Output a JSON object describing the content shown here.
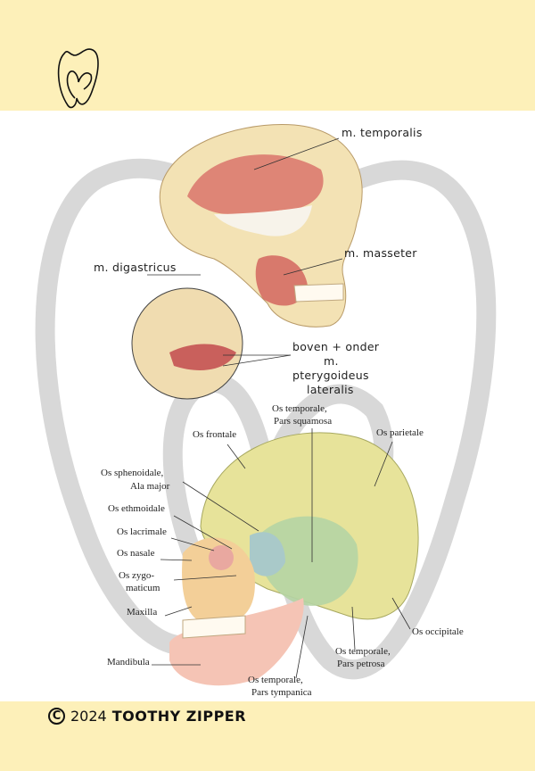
{
  "footer": {
    "year": "2024",
    "brand": "TOOTHY ZIPPER"
  },
  "muscle_labels": {
    "temporalis": "m. temporalis",
    "masseter": "m. masseter",
    "digastricus": "m. digastricus",
    "pterygoideus": [
      "boven + onder",
      "m.",
      "pterygoideus",
      "lateralis"
    ]
  },
  "bone_labels": {
    "temporale_squamosa": [
      "Os temporale,",
      "Pars squamosa"
    ],
    "frontale": "Os frontale",
    "parietale": "Os parietale",
    "sphenoidale": [
      "Os sphenoidale,",
      "Ala major"
    ],
    "ethmoidale": "Os ethmoidale",
    "lacrimale": "Os lacrimale",
    "nasale": "Os nasale",
    "zygomaticum": [
      "Os zygo-",
      "maticum"
    ],
    "maxilla": "Maxilla",
    "occipitale": "Os occipitale",
    "mandibula": "Mandibula",
    "temporale_petrosa": [
      "Os temporale,",
      "Pars petrosa"
    ],
    "temporale_tympanica": [
      "Os temporale,",
      "Pars tympanica"
    ]
  },
  "colors": {
    "band": "#fdf0b9",
    "watermark": "#d4d4d4"
  }
}
